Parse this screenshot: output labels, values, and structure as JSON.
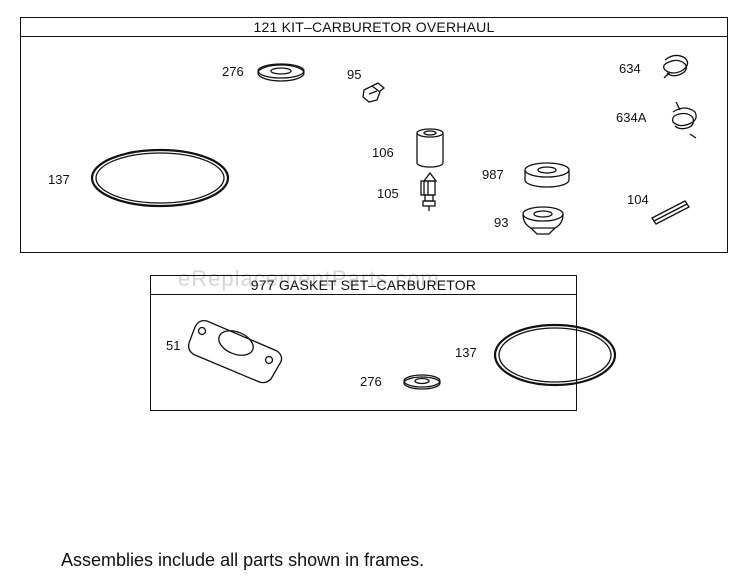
{
  "watermark": "eReplacementParts.com",
  "kit_frame": {
    "title": "121 KIT–CARBURETOR OVERHAUL",
    "parts": [
      "276",
      "95",
      "634",
      "634A",
      "137",
      "106",
      "987",
      "105",
      "104",
      "93"
    ]
  },
  "gasket_frame": {
    "title": "977 GASKET SET–CARBURETOR",
    "parts": [
      "51",
      "137",
      "276"
    ]
  },
  "footer_note": "Assemblies include all parts shown in frames."
}
